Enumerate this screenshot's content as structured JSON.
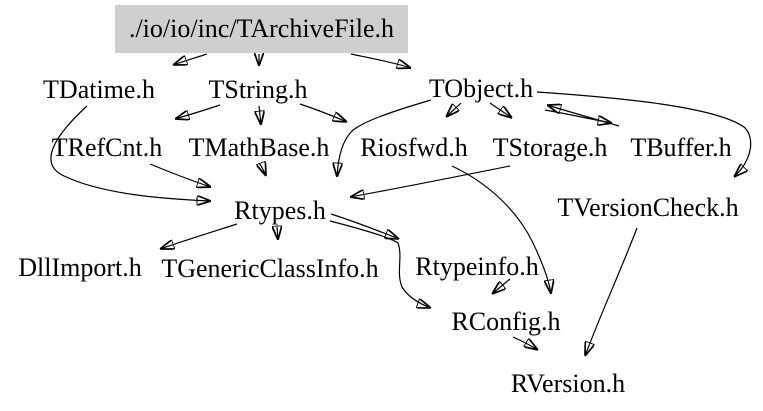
{
  "graph": {
    "root": {
      "label": "./io/io/inc/TArchiveFile.h"
    },
    "nodes": {
      "tdatime": {
        "label": "TDatime.h"
      },
      "tstring": {
        "label": "TString.h"
      },
      "tobject": {
        "label": "TObject.h"
      },
      "trefcnt": {
        "label": "TRefCnt.h"
      },
      "tmathbase": {
        "label": "TMathBase.h"
      },
      "riosfwd": {
        "label": "Riosfwd.h"
      },
      "tstorage": {
        "label": "TStorage.h"
      },
      "tbuffer": {
        "label": "TBuffer.h"
      },
      "rtypes": {
        "label": "Rtypes.h"
      },
      "tversioncheck": {
        "label": "TVersionCheck.h"
      },
      "dllimport": {
        "label": "DllImport.h"
      },
      "tgenericclassinfo": {
        "label": "TGenericClassInfo.h"
      },
      "rtypeinfo": {
        "label": "Rtypeinfo.h"
      },
      "rconfig": {
        "label": "RConfig.h"
      },
      "rversion": {
        "label": "RVersion.h"
      }
    },
    "edges": [
      {
        "from": "./io/io/inc/TArchiveFile.h",
        "to": "TDatime.h"
      },
      {
        "from": "./io/io/inc/TArchiveFile.h",
        "to": "TString.h"
      },
      {
        "from": "./io/io/inc/TArchiveFile.h",
        "to": "TObject.h"
      },
      {
        "from": "TDatime.h",
        "to": "Rtypes.h"
      },
      {
        "from": "TString.h",
        "to": "TRefCnt.h"
      },
      {
        "from": "TString.h",
        "to": "TMathBase.h"
      },
      {
        "from": "TString.h",
        "to": "Riosfwd.h"
      },
      {
        "from": "TObject.h",
        "to": "Riosfwd.h"
      },
      {
        "from": "TObject.h",
        "to": "TStorage.h"
      },
      {
        "from": "TObject.h",
        "to": "TBuffer.h"
      },
      {
        "from": "TBuffer.h",
        "to": "TObject.h"
      },
      {
        "from": "TObject.h",
        "to": "TVersionCheck.h"
      },
      {
        "from": "TObject.h",
        "to": "Rtypes.h"
      },
      {
        "from": "TRefCnt.h",
        "to": "Rtypes.h"
      },
      {
        "from": "TMathBase.h",
        "to": "Rtypes.h"
      },
      {
        "from": "TStorage.h",
        "to": "Rtypes.h"
      },
      {
        "from": "Riosfwd.h",
        "to": "RConfig.h"
      },
      {
        "from": "Rtypes.h",
        "to": "DllImport.h"
      },
      {
        "from": "Rtypes.h",
        "to": "TGenericClassInfo.h"
      },
      {
        "from": "Rtypes.h",
        "to": "Rtypeinfo.h"
      },
      {
        "from": "Rtypes.h",
        "to": "RConfig.h"
      },
      {
        "from": "Rtypeinfo.h",
        "to": "RConfig.h"
      },
      {
        "from": "RConfig.h",
        "to": "RVersion.h"
      },
      {
        "from": "TVersionCheck.h",
        "to": "RVersion.h"
      }
    ],
    "colors": {
      "background": "#ffffff",
      "edge": "#000000",
      "text": "#000000",
      "root_fill": "#cfcfcf"
    }
  }
}
